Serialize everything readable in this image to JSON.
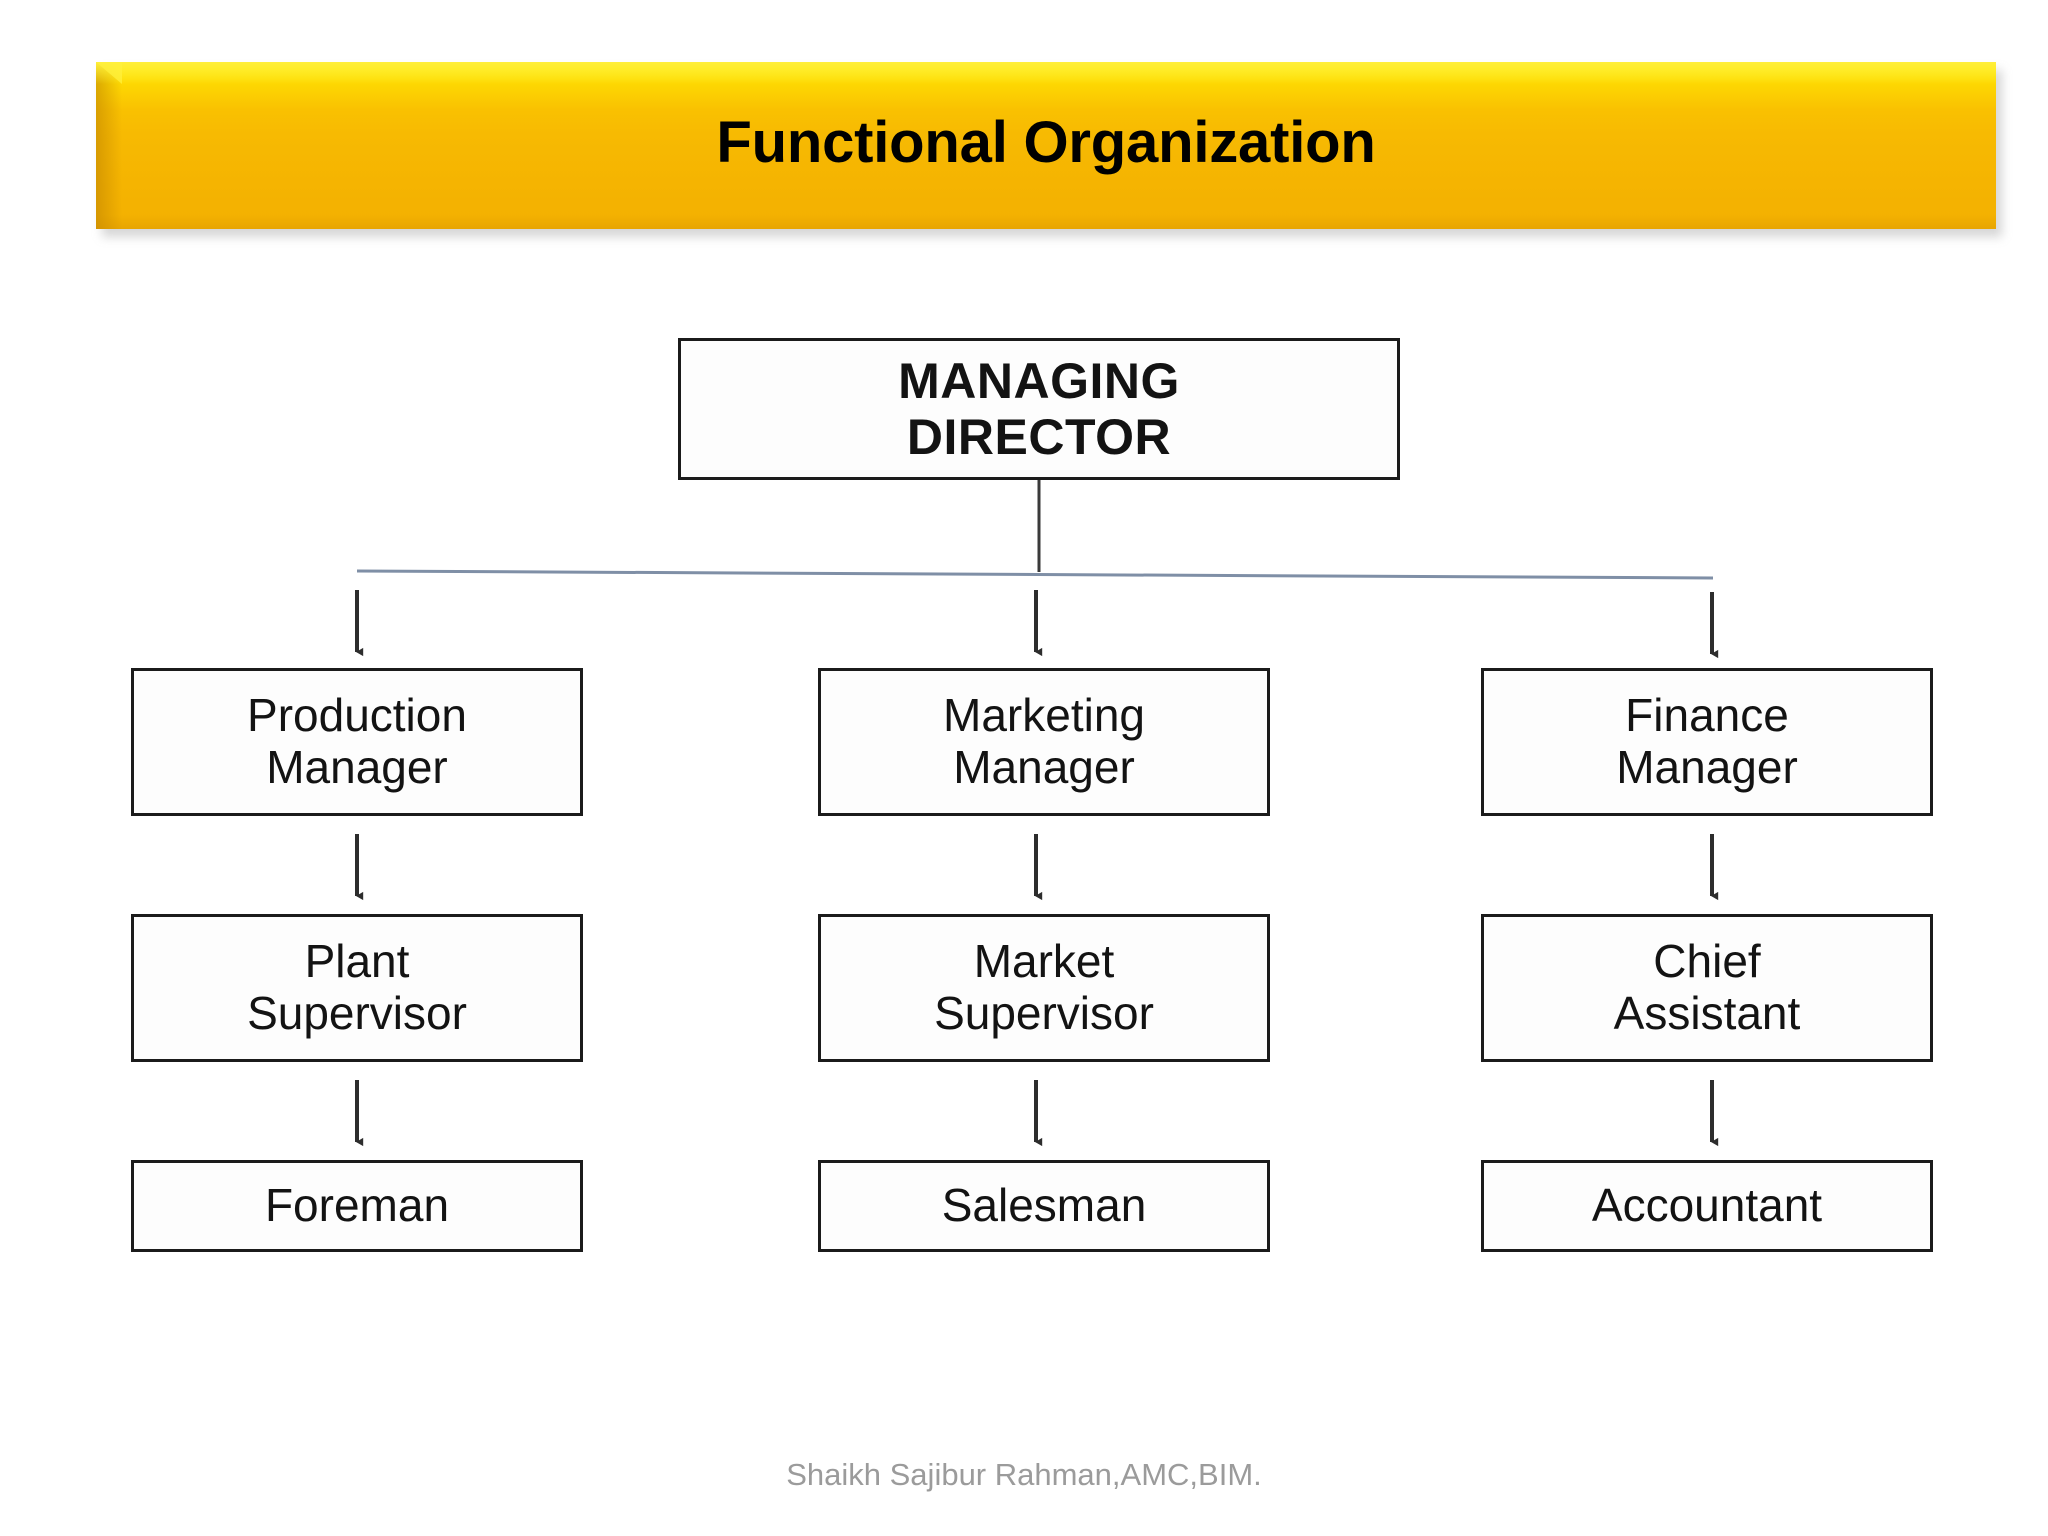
{
  "slide": {
    "background_color": "#ffffff",
    "title": {
      "text": "Functional Organization",
      "banner_color_top": "#FFE000",
      "banner_color_bottom": "#F3B001",
      "text_color": "#000000"
    },
    "footer": {
      "text": "Shaikh Sajibur Rahman,AMC,BIM.",
      "color": "#9b9b9b"
    }
  },
  "chart_data": {
    "type": "diagram",
    "diagram_kind": "organizational-chart",
    "title": "Functional Organization",
    "root": {
      "id": "managing-director",
      "label": "MANAGING\nDIRECTOR"
    },
    "columns": [
      {
        "id": "production",
        "nodes": [
          {
            "id": "production-manager",
            "label": "Production\nManager"
          },
          {
            "id": "plant-supervisor",
            "label": "Plant\nSupervisor"
          },
          {
            "id": "foreman",
            "label": "Foreman"
          }
        ]
      },
      {
        "id": "marketing",
        "nodes": [
          {
            "id": "marketing-manager",
            "label": "Marketing\nManager"
          },
          {
            "id": "market-supervisor",
            "label": "Market\nSupervisor"
          },
          {
            "id": "salesman",
            "label": "Salesman"
          }
        ]
      },
      {
        "id": "finance",
        "nodes": [
          {
            "id": "finance-manager",
            "label": "Finance\nManager"
          },
          {
            "id": "chief-assistant",
            "label": "Chief\nAssistant"
          },
          {
            "id": "accountant",
            "label": "Accountant"
          }
        ]
      }
    ],
    "edges": [
      {
        "from": "managing-director",
        "to": "production-manager",
        "style": "arrow"
      },
      {
        "from": "managing-director",
        "to": "marketing-manager",
        "style": "arrow"
      },
      {
        "from": "managing-director",
        "to": "finance-manager",
        "style": "arrow"
      },
      {
        "from": "production-manager",
        "to": "plant-supervisor",
        "style": "arrow"
      },
      {
        "from": "plant-supervisor",
        "to": "foreman",
        "style": "arrow"
      },
      {
        "from": "marketing-manager",
        "to": "market-supervisor",
        "style": "arrow"
      },
      {
        "from": "market-supervisor",
        "to": "salesman",
        "style": "arrow"
      },
      {
        "from": "finance-manager",
        "to": "chief-assistant",
        "style": "arrow"
      },
      {
        "from": "chief-assistant",
        "to": "accountant",
        "style": "arrow"
      }
    ],
    "box_border_color": "#1b1b1b",
    "box_fill_color": "#fdfdfd",
    "connector_color": "#3a3a3a"
  }
}
